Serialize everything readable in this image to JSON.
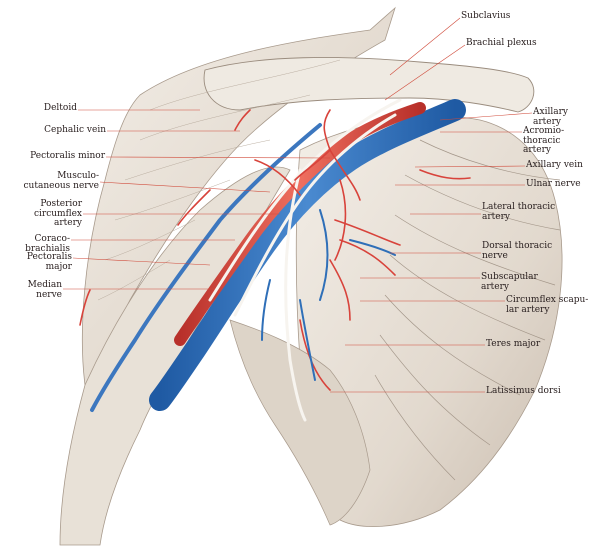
{
  "labels": {
    "subclavius": "Subclavius",
    "brachial_plexus": "Brachial plexus",
    "deltoid": "Deltoid",
    "cephalic_vein": "Cephalic vein",
    "pectoralis_minor": "Pectoralis minor",
    "musculocutaneous_nerve": "Musculo-\ncutaneous nerve",
    "posterior_circumflex_artery": "Posterior\ncircumflex\nartery",
    "coracobrachialis": "Coraco-\nbrachialis",
    "pectoralis_major": "Pectoralis\nmajor",
    "median_nerve": "Median\nnerve",
    "axillary_artery": "Axillary\nartery",
    "acromiothoracic_artery": "Acromio-\nthoracic\nartery",
    "axillary_vein": "Axillary vein",
    "ulnar_nerve": "Ulnar nerve",
    "lateral_thoracic_artery": "Lateral thoracic\nartery",
    "dorsal_thoracic_nerve": "Dorsal thoracic\nnerve",
    "subscapular_artery": "Subscapular\nartery",
    "circumflex_scapular_artery": "Circumflex scapu-\nlar artery",
    "teres_major": "Teres major",
    "latissimus_dorsi": "Latissimus dorsi"
  },
  "colors": {
    "leader_line": "#d04a3a",
    "artery": "#d8433b",
    "vein": "#2f6fb8",
    "muscle_light": "#ece6dd",
    "muscle_shade": "#b9ada0",
    "bone": "#efeae2",
    "text": "#2a2020"
  }
}
